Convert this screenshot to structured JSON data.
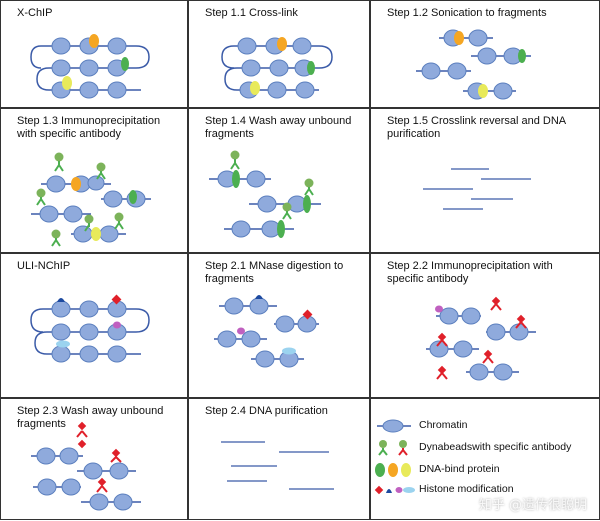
{
  "panels": [
    {
      "title": "X-ChIP"
    },
    {
      "title": "Step 1.1 Cross-link"
    },
    {
      "title": "Step 1.2 Sonication to fragments"
    },
    {
      "title": "Step 1.3 Immunoprecipitation with specific antibody"
    },
    {
      "title": "Step 1.4 Wash away unbound fragments"
    },
    {
      "title": "Step 1.5 Crosslink reversal and DNA purification"
    },
    {
      "title": "ULI-NChIP"
    },
    {
      "title": "Step 2.1 MNase digestion to fragments"
    },
    {
      "title": "Step 2.2 Immunoprecipitation with specific antibody"
    },
    {
      "title": "Step 2.3 Wash away unbound fragments"
    },
    {
      "title": "Step 2.4 DNA purification"
    }
  ],
  "legend": {
    "items": [
      {
        "label": "Chromatin",
        "icon": "chromatin-icon"
      },
      {
        "label": "Dynabeadswith specific antibody",
        "icon": "antibody-bead-icon"
      },
      {
        "label": "DNA-bind protein",
        "icon": "dna-protein-icon"
      },
      {
        "label": "Histone modification",
        "icon": "histone-mod-icon"
      }
    ]
  },
  "colors": {
    "nucleosome_fill": "#8faadc",
    "nucleosome_stroke": "#5b7fbe",
    "dna": "#3b5ba8",
    "protein_orange": "#f5a623",
    "protein_green": "#4caf50",
    "protein_yellow": "#e8ea5a",
    "bead_green": "#7cb35a",
    "mod_red": "#e0202a",
    "mod_blue": "#1d4aa0",
    "mod_purple": "#c060c0",
    "mod_lightblue": "#9bd3ef"
  },
  "watermark": "知乎 @遗传很聪明"
}
